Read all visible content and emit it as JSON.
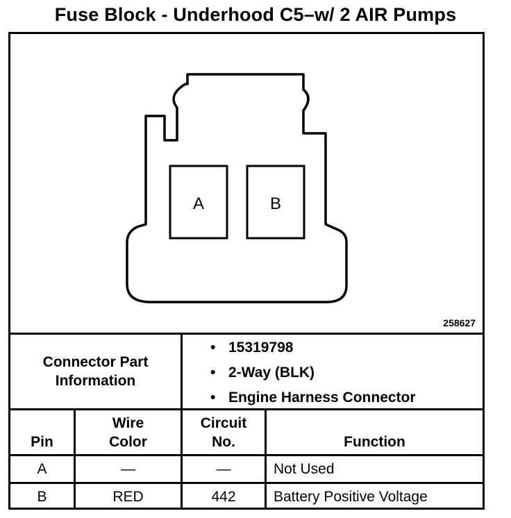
{
  "title": "Fuse Block - Underhood C5–w/ 2 AIR Pumps",
  "diagram": {
    "cavity_a": "A",
    "cavity_b": "B",
    "figure_id": "258627"
  },
  "connector_info": {
    "label_line1": "Connector Part",
    "label_line2": "Information",
    "items": [
      "15319798",
      "2-Way (BLK)",
      "Engine Harness Connector"
    ]
  },
  "table": {
    "headers": {
      "pin": "Pin",
      "wire_color_line1": "Wire",
      "wire_color_line2": "Color",
      "circuit_line1": "Circuit",
      "circuit_line2": "No.",
      "function": "Function"
    },
    "rows": [
      {
        "pin": "A",
        "wire_color": "—",
        "circuit": "—",
        "function": "Not Used"
      },
      {
        "pin": "B",
        "wire_color": "RED",
        "circuit": "442",
        "function": "Battery Positive Voltage"
      }
    ]
  }
}
